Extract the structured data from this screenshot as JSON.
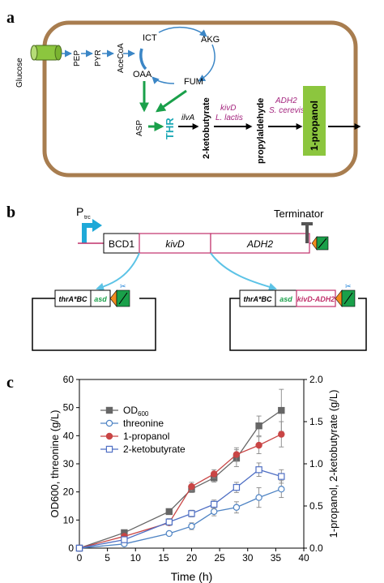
{
  "panel_a": {
    "label": "a",
    "glucose": "Glucose",
    "pathway": [
      "PEP",
      "PYR",
      "AceCoA"
    ],
    "cycle": {
      "ict": "ICT",
      "akg": "AKG",
      "oaa": "OAA",
      "fum": "FUM"
    },
    "asp": "ASP",
    "thr": "THR",
    "ilva": "ilvA",
    "ketobutyrate": "2-ketobutyrate",
    "kivd_gene": "kivD",
    "kivd_source": "L. lactis",
    "propylaldehyde": "propylaldehyde",
    "adh2_gene": "ADH2",
    "adh2_source": "S. cerevisiae",
    "product": "1-propanol",
    "colors": {
      "cell": "#a87d4f",
      "arrow_blue": "#3b86c6",
      "arrow_green": "#1aa04a",
      "thr_text": "#1fa9b6",
      "product_box": "#8cc63e",
      "gene_text": "#a4257e"
    }
  },
  "panel_b": {
    "label": "b",
    "promoter_main": "P",
    "promoter_sub": "trc",
    "terminator": "Terminator",
    "parts": [
      "BCD1",
      "kivD",
      "ADH2"
    ],
    "plasmid1": {
      "thr": "thrA*BC",
      "asd": "asd"
    },
    "plasmid2": {
      "thr": "thrA*BC",
      "asd": "asd",
      "kivd_adh2": "kivD-ADH2"
    },
    "colors": {
      "promoter": "#1fa9d8",
      "line": "#c0306a",
      "terminator": "#555555"
    }
  },
  "panel_c": {
    "label": "c"
  },
  "chart_data": {
    "type": "line",
    "xlabel": "Time (h)",
    "ylabel": "OD600, threonine (g/L)",
    "y2label": "1-propanol, 2-ketobutyrate (g/L)",
    "xlim": [
      0,
      40
    ],
    "ylim": [
      0,
      60
    ],
    "y2lim": [
      0,
      2.0
    ],
    "xticks": [
      "0",
      "5",
      "10",
      "15",
      "20",
      "25",
      "30",
      "35",
      "40"
    ],
    "yticks": [
      "0",
      "10",
      "20",
      "30",
      "40",
      "50",
      "60"
    ],
    "y2ticks": [
      "0.0",
      "0.5",
      "1.0",
      "1.5",
      "2.0"
    ],
    "grid": false,
    "legend_position": "top-left",
    "series": [
      {
        "name": "OD",
        "name_sub": "600",
        "axis": "left",
        "marker": "square-filled",
        "color": "#666666",
        "x": [
          0,
          8,
          16,
          20,
          24,
          28,
          32,
          36
        ],
        "y": [
          0,
          5.5,
          13,
          21,
          25,
          32,
          43.5,
          49
        ],
        "err": [
          0,
          0.6,
          0.8,
          1.2,
          1.5,
          3,
          3.5,
          7.5
        ]
      },
      {
        "name": "threonine",
        "axis": "left",
        "marker": "circle-open",
        "color": "#4f84c4",
        "x": [
          0,
          8,
          16,
          20,
          24,
          28,
          32,
          36
        ],
        "y": [
          0,
          1.5,
          5.2,
          7.8,
          13,
          14.5,
          18,
          21
        ],
        "err": [
          0,
          0.3,
          0.5,
          1.2,
          1.5,
          2,
          3.5,
          3
        ]
      },
      {
        "name": "1-propanol",
        "axis": "right",
        "marker": "circle-filled",
        "color": "#c94545",
        "x": [
          0,
          8,
          16,
          20,
          24,
          28,
          32,
          36
        ],
        "y": [
          0,
          0.14,
          0.3,
          0.73,
          0.88,
          1.11,
          1.22,
          1.35
        ],
        "err": [
          0,
          0.02,
          0.03,
          0.05,
          0.05,
          0.08,
          0.1,
          0.15
        ]
      },
      {
        "name": "2-ketobutyrate",
        "axis": "right",
        "marker": "square-open",
        "color": "#4f6fc4",
        "x": [
          0,
          8,
          16,
          20,
          24,
          28,
          32,
          36
        ],
        "y": [
          0,
          0.1,
          0.31,
          0.41,
          0.52,
          0.72,
          0.93,
          0.85
        ],
        "err": [
          0,
          0.02,
          0.04,
          0.04,
          0.05,
          0.06,
          0.08,
          0.08
        ]
      }
    ]
  }
}
